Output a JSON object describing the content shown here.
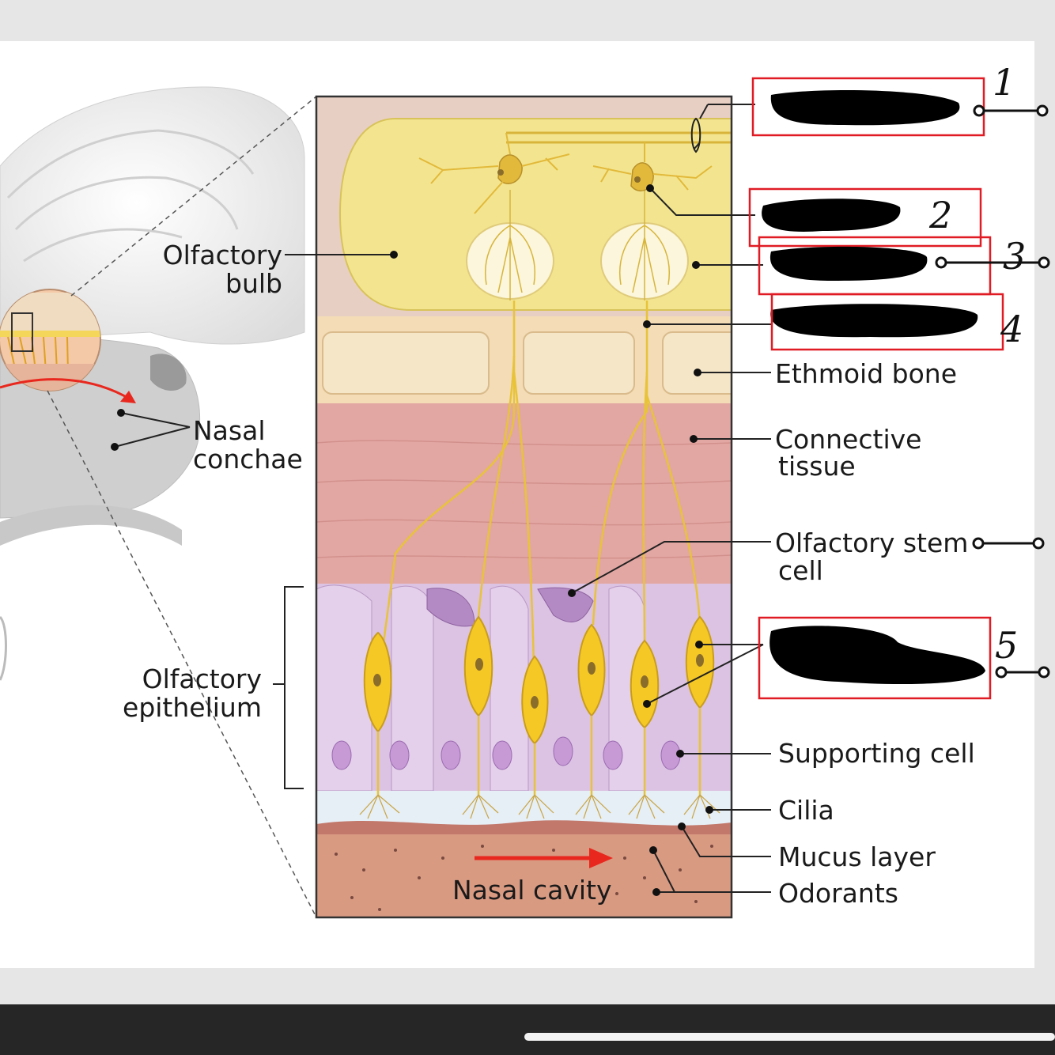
{
  "labels": {
    "olfactory_bulb_1": "Olfactory",
    "olfactory_bulb_2": "bulb",
    "nasal_conchae_1": "Nasal",
    "nasal_conchae_2": "conchae",
    "olfactory_epithelium_1": "Olfactory",
    "olfactory_epithelium_2": "epithelium",
    "ethmoid_bone": "Ethmoid bone",
    "connective_tissue_1": "Connective",
    "connective_tissue_2": "tissue",
    "olfactory_stem_cell_1": "Olfactory stem",
    "olfactory_stem_cell_2": "cell",
    "supporting_cell": "Supporting cell",
    "cilia": "Cilia",
    "mucus_layer": "Mucus layer",
    "odorants": "Odorants",
    "nasal_cavity": "Nasal cavity"
  },
  "answer_boxes": [
    {
      "number": "1"
    },
    {
      "number": "2"
    },
    {
      "number": "3"
    },
    {
      "number": "4"
    },
    {
      "number": "5"
    }
  ],
  "colors": {
    "bulb": "#f3e58f",
    "bone": "#f3dcb6",
    "connective": "#e3a7a3",
    "epithelium": "#dcc3e3",
    "neuron": "#f5c825",
    "mucus": "#e6eef6",
    "cavity": "#d99a82",
    "answer_box": "#e01b24",
    "arrow": "#e8281e"
  }
}
